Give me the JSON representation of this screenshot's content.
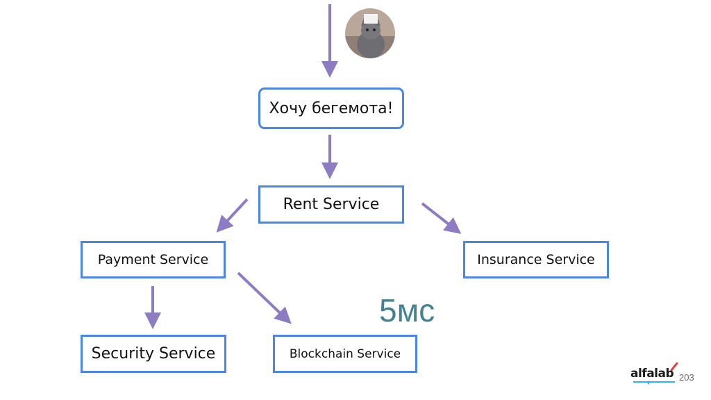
{
  "diagram": {
    "nodes": {
      "want": "Хочу бегемота!",
      "rent": "Rent Service",
      "payment": "Payment Service",
      "insurance": "Insurance Service",
      "security": "Security Service",
      "blockchain": "Blockchain Service"
    },
    "latency": "5мс",
    "edges": [
      {
        "from": "user",
        "to": "want"
      },
      {
        "from": "want",
        "to": "rent"
      },
      {
        "from": "rent",
        "to": "payment"
      },
      {
        "from": "rent",
        "to": "insurance"
      },
      {
        "from": "payment",
        "to": "security"
      },
      {
        "from": "payment",
        "to": "blockchain"
      }
    ]
  },
  "footer": {
    "logo": "alfalab",
    "slide_number": "203"
  },
  "colors": {
    "arrow": "#8e7cc3",
    "node_border": "#4a86e8",
    "latency": "#45818e",
    "logo_accent": "#e53935",
    "logo_underline": "#29b6f6"
  }
}
